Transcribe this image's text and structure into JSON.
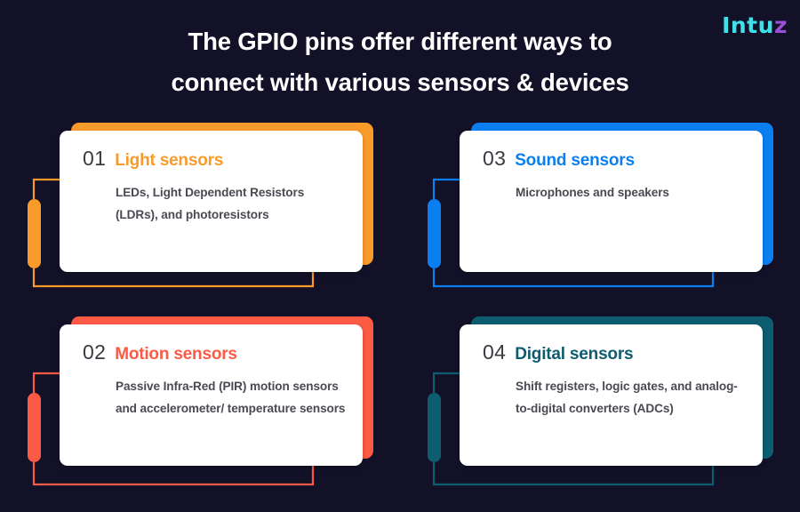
{
  "background_color": "#121127",
  "header": {
    "title_line1": "The GPIO pins offer different ways to",
    "title_line2": "connect with various sensors & devices",
    "title_color": "#ffffff"
  },
  "logo": {
    "text_main": "Intu",
    "text_accent": "z",
    "full_text": "Intuz",
    "color_main": "#3FE0E8",
    "color_accent": "#9B4FD8"
  },
  "cards": [
    {
      "number": "01",
      "title": "Light sensors",
      "description": "LEDs, Light Dependent Resistors (LDRs), and photoresistors",
      "accent_color": "#F89B2A",
      "accent_name": "orange"
    },
    {
      "number": "02",
      "title": "Motion sensors",
      "description": "Passive Infra-Red (PIR) motion sensors and accelerometer/ temperature sensors",
      "accent_color": "#FB5A45",
      "accent_name": "red"
    },
    {
      "number": "03",
      "title": "Sound sensors",
      "description": "Microphones and speakers",
      "accent_color": "#0B7FEF",
      "accent_name": "blue"
    },
    {
      "number": "04",
      "title": "Digital sensors",
      "description": "Shift registers, logic gates, and analog-to-digital converters (ADCs)",
      "accent_color": "#0D5C70",
      "accent_name": "teal"
    }
  ]
}
